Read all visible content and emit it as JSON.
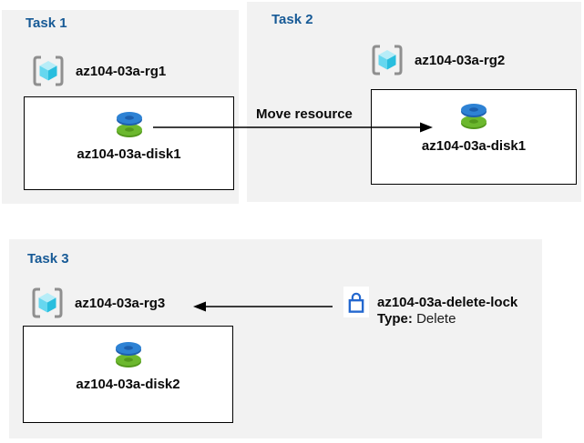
{
  "tasks": [
    {
      "label": "Task 1",
      "resource_group": "az104-03a-rg1",
      "disk": "az104-03a-disk1"
    },
    {
      "label": "Task 2",
      "resource_group": "az104-03a-rg2",
      "disk": "az104-03a-disk1"
    },
    {
      "label": "Task 3",
      "resource_group": "az104-03a-rg3",
      "disk": "az104-03a-disk2"
    }
  ],
  "move_arrow_label": "Move resource",
  "lock": {
    "name": "az104-03a-delete-lock",
    "type_label": "Type:",
    "type_value": "Delete"
  },
  "colors": {
    "panel_background": "#f2f2f2",
    "task_header_blue": "#175a96",
    "lock_blue": "#2468cf",
    "disk_blue": "#2e82d4",
    "disk_blue_dark": "#1d5fae",
    "disk_green": "#6cb82e",
    "disk_green_dark": "#53981c",
    "cube_top": "#b7edf8",
    "cube_left": "#66d7ef",
    "cube_right": "#29bede",
    "bracket_gray": "#8f8f8f",
    "arrow_black": "#000000"
  }
}
